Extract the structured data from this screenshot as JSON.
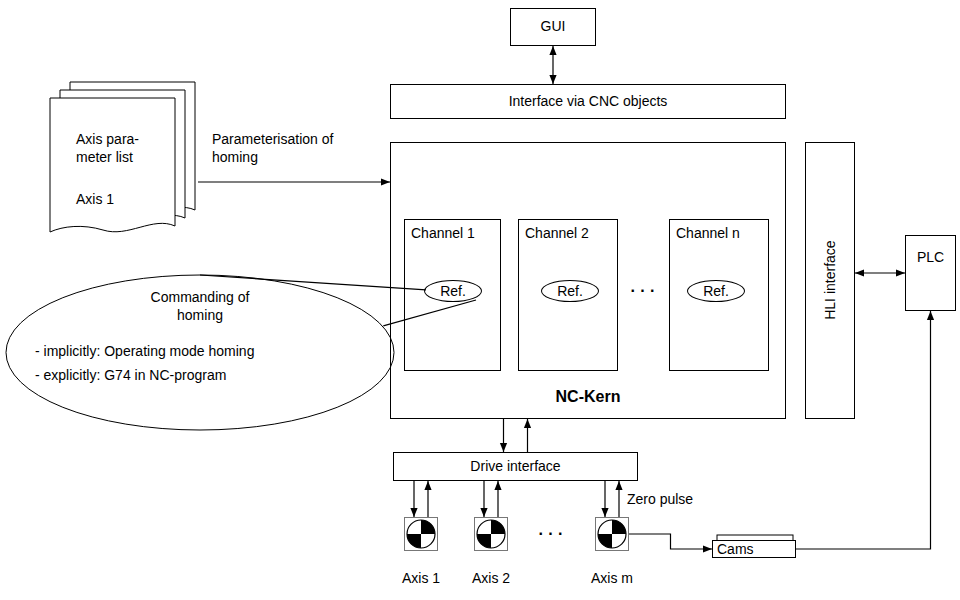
{
  "diagram": {
    "nodes": [
      {
        "text": [
          "GUI"
        ]
      },
      {
        "text": [
          "Interface via CNC objects"
        ]
      },
      {
        "text": [
          "Axis para- meter list",
          "Axis 1"
        ]
      },
      {
        "text": [
          "NC-Kern"
        ]
      },
      {
        "text": [
          "Channel 1"
        ],
        "in": 3
      },
      {
        "text": [
          "Ref."
        ],
        "in": 4
      },
      {
        "text": [
          "Channel 2"
        ],
        "in": 3
      },
      {
        "text": [
          "Ref."
        ],
        "in": 6
      },
      {
        "text": [
          "Channel n"
        ],
        "in": 3
      },
      {
        "text": [
          "Ref."
        ],
        "in": 8
      },
      {
        "text": [
          "HLI interface"
        ]
      },
      {
        "text": [
          "PLC"
        ]
      },
      {
        "text": [
          "Commanding of homing",
          "- implicitly: Operating mode homing",
          "- explicitly: G74 in NC-program"
        ]
      },
      {
        "text": [
          "Drive interface"
        ]
      },
      {
        "text": [
          "Axis 1"
        ]
      },
      {
        "text": [
          "Axis 2"
        ]
      },
      {
        "text": [
          "Axis m"
        ]
      },
      {
        "text": [
          "Cams"
        ]
      }
    ],
    "edges": [
      {
        "from": 0,
        "to": 1,
        "arrow": "both"
      },
      {
        "from": 2,
        "to": 3,
        "label": "Parameterisation of homing",
        "arrow": "to"
      },
      {
        "from": 10,
        "to": 11,
        "arrow": "both"
      },
      {
        "from": 3,
        "to": 13,
        "arrow": "to"
      },
      {
        "from": 13,
        "to": 3,
        "arrow": "to"
      },
      {
        "from": 13,
        "to": 14,
        "arrow": "to"
      },
      {
        "from": 14,
        "to": 13,
        "arrow": "to"
      },
      {
        "from": 13,
        "to": 15,
        "arrow": "to"
      },
      {
        "from": 15,
        "to": 13,
        "arrow": "to"
      },
      {
        "from": 13,
        "to": 16,
        "arrow": "to"
      },
      {
        "from": 16,
        "to": 13,
        "label": "Zero pulse",
        "arrow": "to"
      },
      {
        "from": 16,
        "to": 17,
        "arrow": "to"
      },
      {
        "from": 17,
        "to": 11,
        "arrow": "to"
      },
      {
        "from": 12,
        "to": 5,
        "arrow": "none"
      },
      {
        "from": 12,
        "to": 5,
        "arrow": "none"
      }
    ],
    "labels": [
      "· · ·",
      "· · ·"
    ]
  }
}
